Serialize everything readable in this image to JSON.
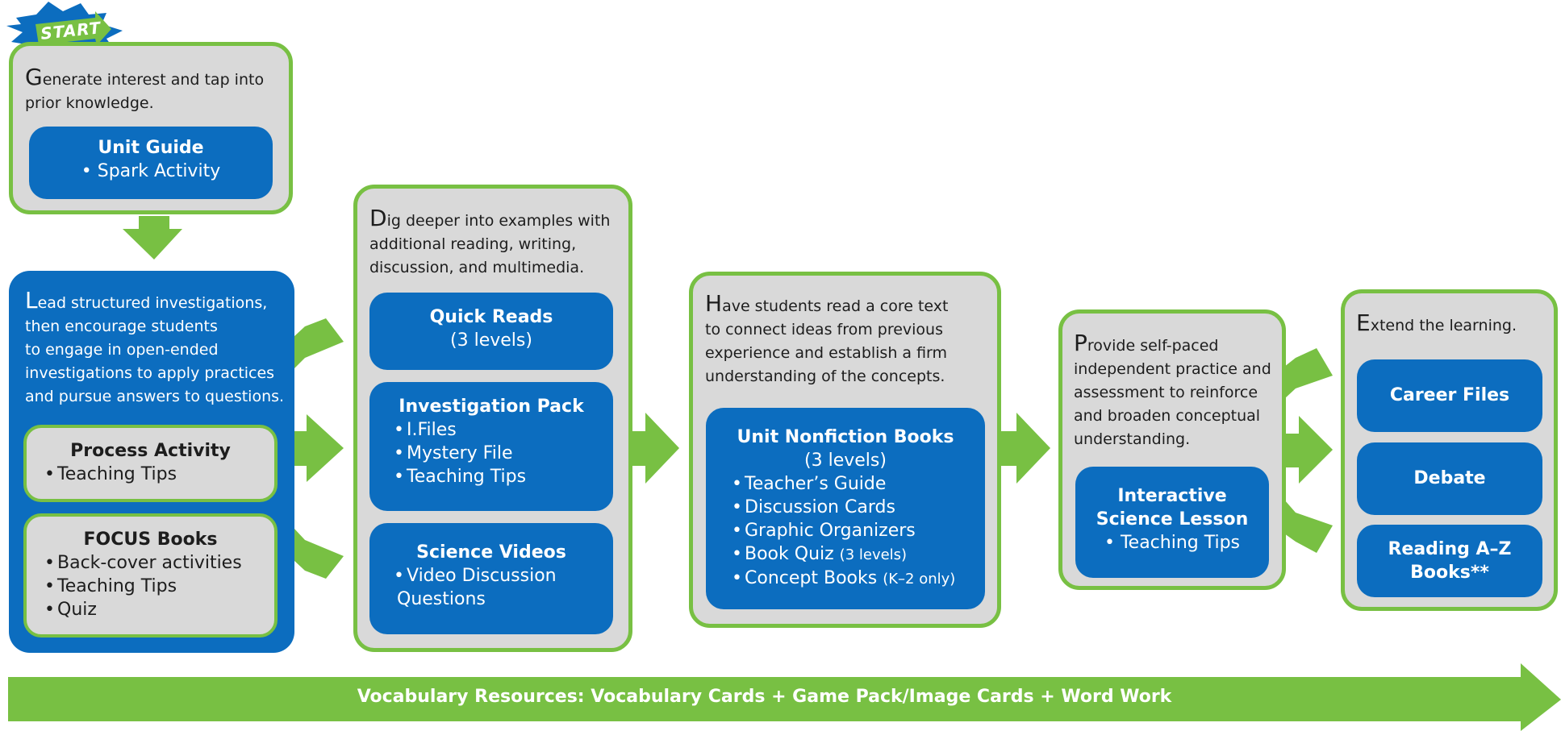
{
  "colors": {
    "green": "#78c043",
    "blue": "#0c6dbf",
    "gray": "#d9d9d9",
    "text": "#1d1d1d"
  },
  "start_badge": {
    "label": "START"
  },
  "stage1": {
    "cap": "G",
    "intro": "enerate interest and tap into\nprior knowledge.",
    "box": {
      "title": "Unit Guide",
      "items": [
        "Spark Activity"
      ]
    }
  },
  "stage2": {
    "cap": "L",
    "intro_first": "ead structured investigations,",
    "intro_rest": "then encourage students\nto engage in open-ended\ninvestigations to apply practices\nand pursue answers to questions.",
    "boxes": [
      {
        "title": "Process Activity",
        "items": [
          "Teaching Tips"
        ]
      },
      {
        "title": "FOCUS Books",
        "items": [
          "Back-cover activities",
          "Teaching Tips",
          "Quiz"
        ]
      }
    ]
  },
  "stage3": {
    "cap": "D",
    "intro_first": "ig deeper into examples with",
    "intro_rest": "additional reading, writing,\ndiscussion, and multimedia.",
    "boxes": [
      {
        "title": "Quick Reads",
        "subtitle": "(3 levels)"
      },
      {
        "title": "Investigation Pack",
        "items": [
          "I.Files",
          "Mystery File",
          "Teaching Tips"
        ]
      },
      {
        "title": "Science Videos",
        "items": [
          "Video Discussion",
          "Questions"
        ]
      }
    ]
  },
  "stage4": {
    "cap": "H",
    "intro_first": "ave students read a core text",
    "intro_rest": "to connect ideas from previous\nexperience and establish a firm\nunderstanding of the concepts.",
    "box": {
      "title": "Unit Nonfiction Books",
      "subtitle": "(3 levels)",
      "items": [
        "Teacher’s Guide",
        "Discussion Cards",
        "Graphic Organizers"
      ],
      "item4_main": "Book Quiz",
      "item4_note": "(3 levels)",
      "item5_main": "Concept Books",
      "item5_note": "(K–2 only)"
    }
  },
  "stage5": {
    "cap": "P",
    "intro_first": "rovide self-paced",
    "intro_rest": "independent practice and\nassessment to reinforce\nand broaden conceptual\nunderstanding.",
    "box": {
      "title_line1": "Interactive",
      "title_line2": "Science Lesson",
      "items": [
        "Teaching Tips"
      ]
    }
  },
  "stage6": {
    "cap": "E",
    "intro": "xtend the learning.",
    "boxes": [
      {
        "title": "Career Files"
      },
      {
        "title": "Debate"
      },
      {
        "title_line1": "Reading A–Z",
        "title_line2": "Books**"
      }
    ]
  },
  "footer_arrow": {
    "label": "Vocabulary Resources: Vocabulary Cards + Game Pack/Image Cards + Word Work"
  }
}
